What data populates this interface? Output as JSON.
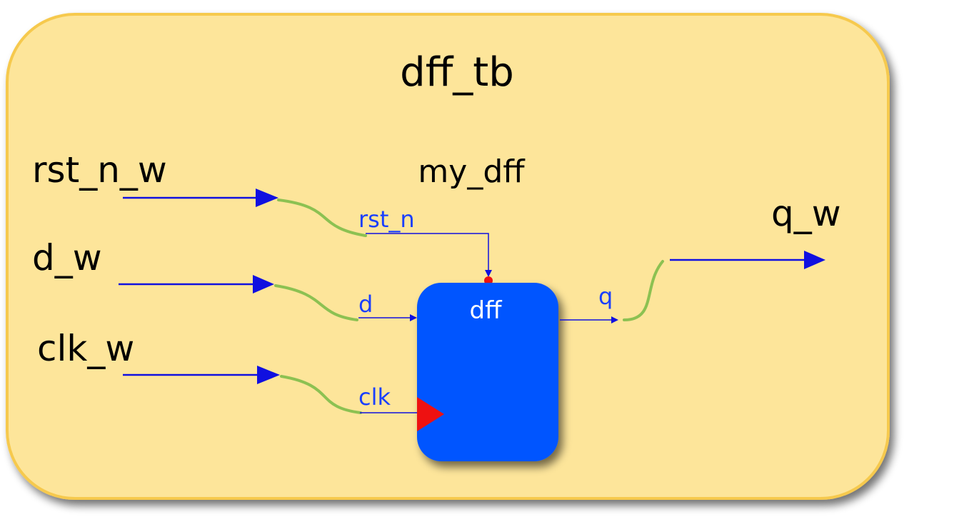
{
  "testbench": {
    "title": "dff_tb",
    "fill": "#fde59a",
    "border": "#f6c94d"
  },
  "instance": {
    "name": "my_dff"
  },
  "module": {
    "name": "dff",
    "fill": "#0055ff"
  },
  "wires": {
    "rst": "rst_n_w",
    "d": "d_w",
    "clk": "clk_w",
    "q": "q_w"
  },
  "ports": {
    "rst": "rst_n",
    "d": "d",
    "clk": "clk",
    "q": "q"
  },
  "colors": {
    "signal": "#1010e0",
    "connector": "#8cc152",
    "clock_marker": "#ee1111",
    "reset_dot": "#ee1111"
  }
}
